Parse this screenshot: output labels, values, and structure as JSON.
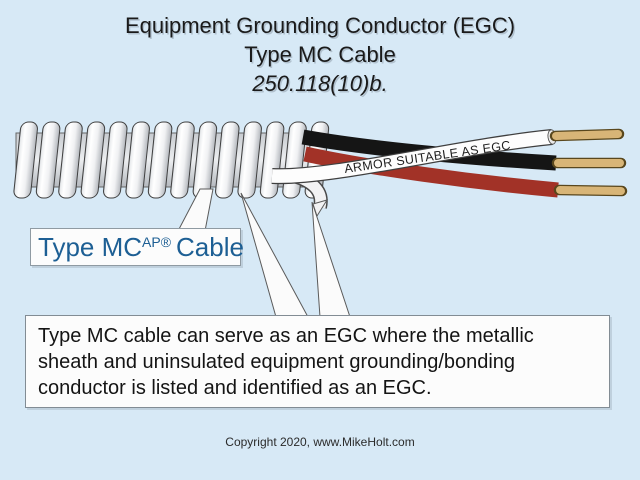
{
  "title": {
    "line1": "Equipment Grounding Conductor (EGC)",
    "line2": "Type MC Cable",
    "line3": "250.118(10)b."
  },
  "diagram": {
    "armor_label": "ARMOR SUITABLE AS EGC",
    "cable_label": {
      "prefix": "Type MC",
      "superscript": "AP®",
      "suffix": "Cable"
    }
  },
  "note": "Type MC cable can serve as an EGC where the metallic sheath and uninsulated equipment grounding/bonding conductor is listed and identified as an EGC.",
  "footer": "Copyright 2020, www.MikeHolt.com",
  "colors": {
    "background": "#d7e9f6",
    "box-bg": "#fcfcfc",
    "label-blue": "#1d5f94",
    "title-text": "#1a1a1a",
    "wire-black": "#151515",
    "wire-red": "#a23227",
    "wire-white": "#fdfdfd",
    "copper": "#d8b577",
    "copper-edge": "#59471d",
    "armor-outline": "#3f3f3f",
    "pointer-fill": "#fbfbfb",
    "pointer-edge": "#5a5a5a"
  }
}
